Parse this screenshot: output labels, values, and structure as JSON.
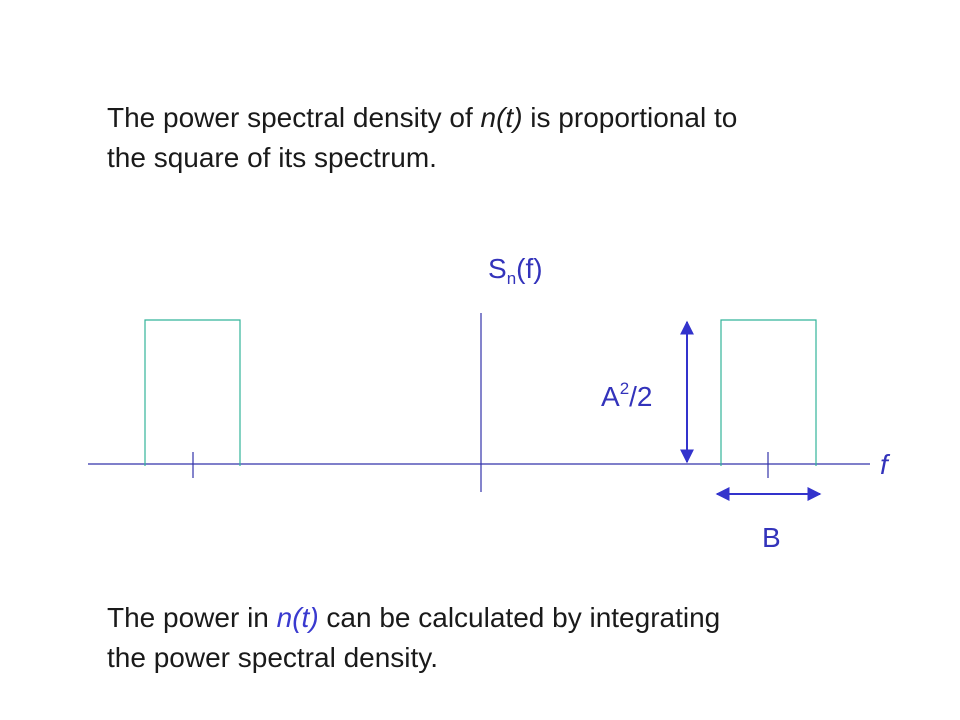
{
  "text_top": {
    "before": "The power spectral density of ",
    "term": "n(t)",
    "after_line1": " is proportional to",
    "line2": "the square of its spectrum."
  },
  "text_bottom": {
    "before": "The power in ",
    "term": "n(t)",
    "after_line1": " can be calculated by integrating",
    "line2": "the power spectral density."
  },
  "diagram": {
    "y_axis_label_main": "S",
    "y_axis_label_sub": "n",
    "y_axis_label_rest": "(f)",
    "x_axis_label": "f",
    "height_label_main": "A",
    "height_label_sup": "2",
    "height_label_rest": "/2",
    "width_label": "B",
    "colors": {
      "axis": "#3333aa",
      "rect": "#33b39a",
      "annotation": "#3333cc",
      "label": "#3333bb"
    }
  }
}
